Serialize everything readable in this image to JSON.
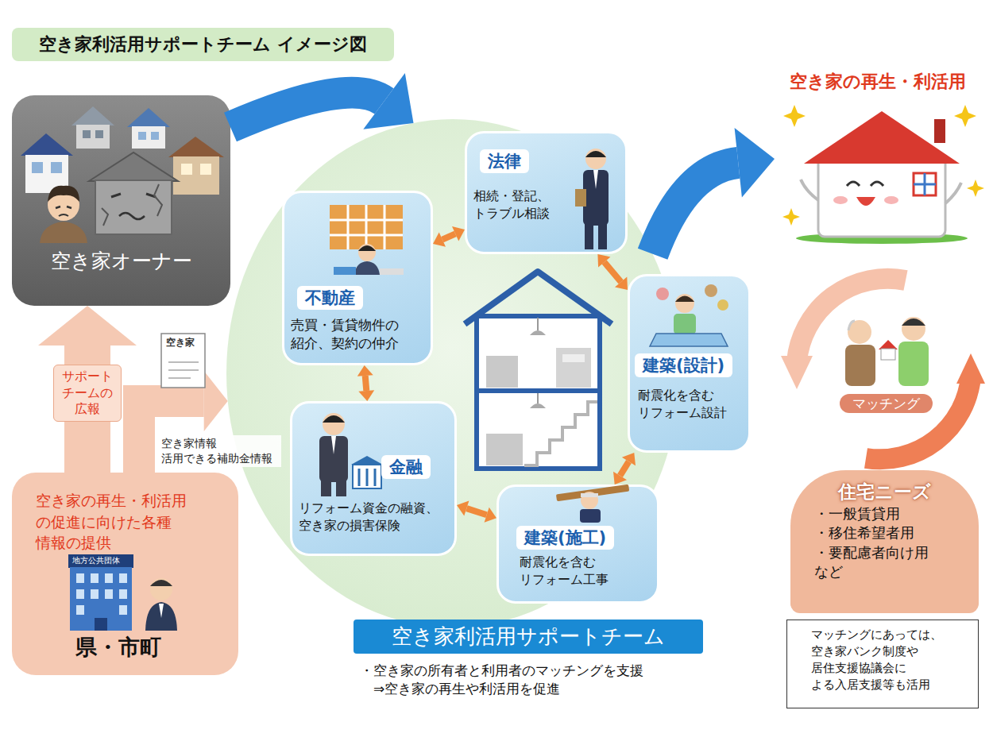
{
  "diagram": {
    "title": "空き家利活用サポートチーム イメージ図",
    "nodes": [
      {
        "text": [
          "空き家オーナー"
        ]
      },
      {
        "text": [
          "空き家利活用サポートチーム",
          "・空き家の所有者と利用者のマッチングを支援 ⇒空き家の再生や利活用を促進"
        ]
      },
      {
        "text": [
          "法律",
          "相続・登記、 トラブル相談"
        ],
        "in": 1
      },
      {
        "text": [
          "不動産",
          "売買・賃貸物件の 紹介、契約の仲介"
        ],
        "in": 1
      },
      {
        "text": [
          "建築(設計)",
          "耐震化を含む リフォーム設計"
        ],
        "in": 1
      },
      {
        "text": [
          "金融",
          "リフォーム資金の融資、 空き家の損害保険"
        ],
        "in": 1
      },
      {
        "text": [
          "建築(施工)",
          "耐震化を含む リフォーム工事"
        ],
        "in": 1
      },
      {
        "text": [
          "空き家の再生・利活用"
        ]
      },
      {
        "text": [
          "住宅ニーズ",
          "・一般賃貸用",
          "・移住希望者用",
          "・要配慮者向け用 など"
        ]
      },
      {
        "text": [
          "マッチングにあっては、 空き家バンク制度や 居住支援協議会に よる入居支援等も活用"
        ]
      },
      {
        "text": [
          "空き家の再生・利活用 の促進に向けた各種 情報の提供",
          "県・市町"
        ]
      }
    ],
    "edges": [
      {
        "from": 0,
        "to": 1,
        "arrow": "to"
      },
      {
        "from": 1,
        "to": 7,
        "arrow": "to"
      },
      {
        "from": 2,
        "to": 3,
        "arrow": "both"
      },
      {
        "from": 2,
        "to": 4,
        "arrow": "both"
      },
      {
        "from": 3,
        "to": 5,
        "arrow": "both"
      },
      {
        "from": 5,
        "to": 6,
        "arrow": "both"
      },
      {
        "from": 6,
        "to": 4,
        "arrow": "both"
      },
      {
        "from": 10,
        "to": 0,
        "arrow": "to",
        "label": "サポート チームの 広報"
      },
      {
        "from": 10,
        "to": 1,
        "arrow": "to",
        "label": "空き家情報 活用できる補助金情報"
      }
    ],
    "labels": [
      "空き家",
      "地方公共団体",
      "マッチング"
    ]
  }
}
